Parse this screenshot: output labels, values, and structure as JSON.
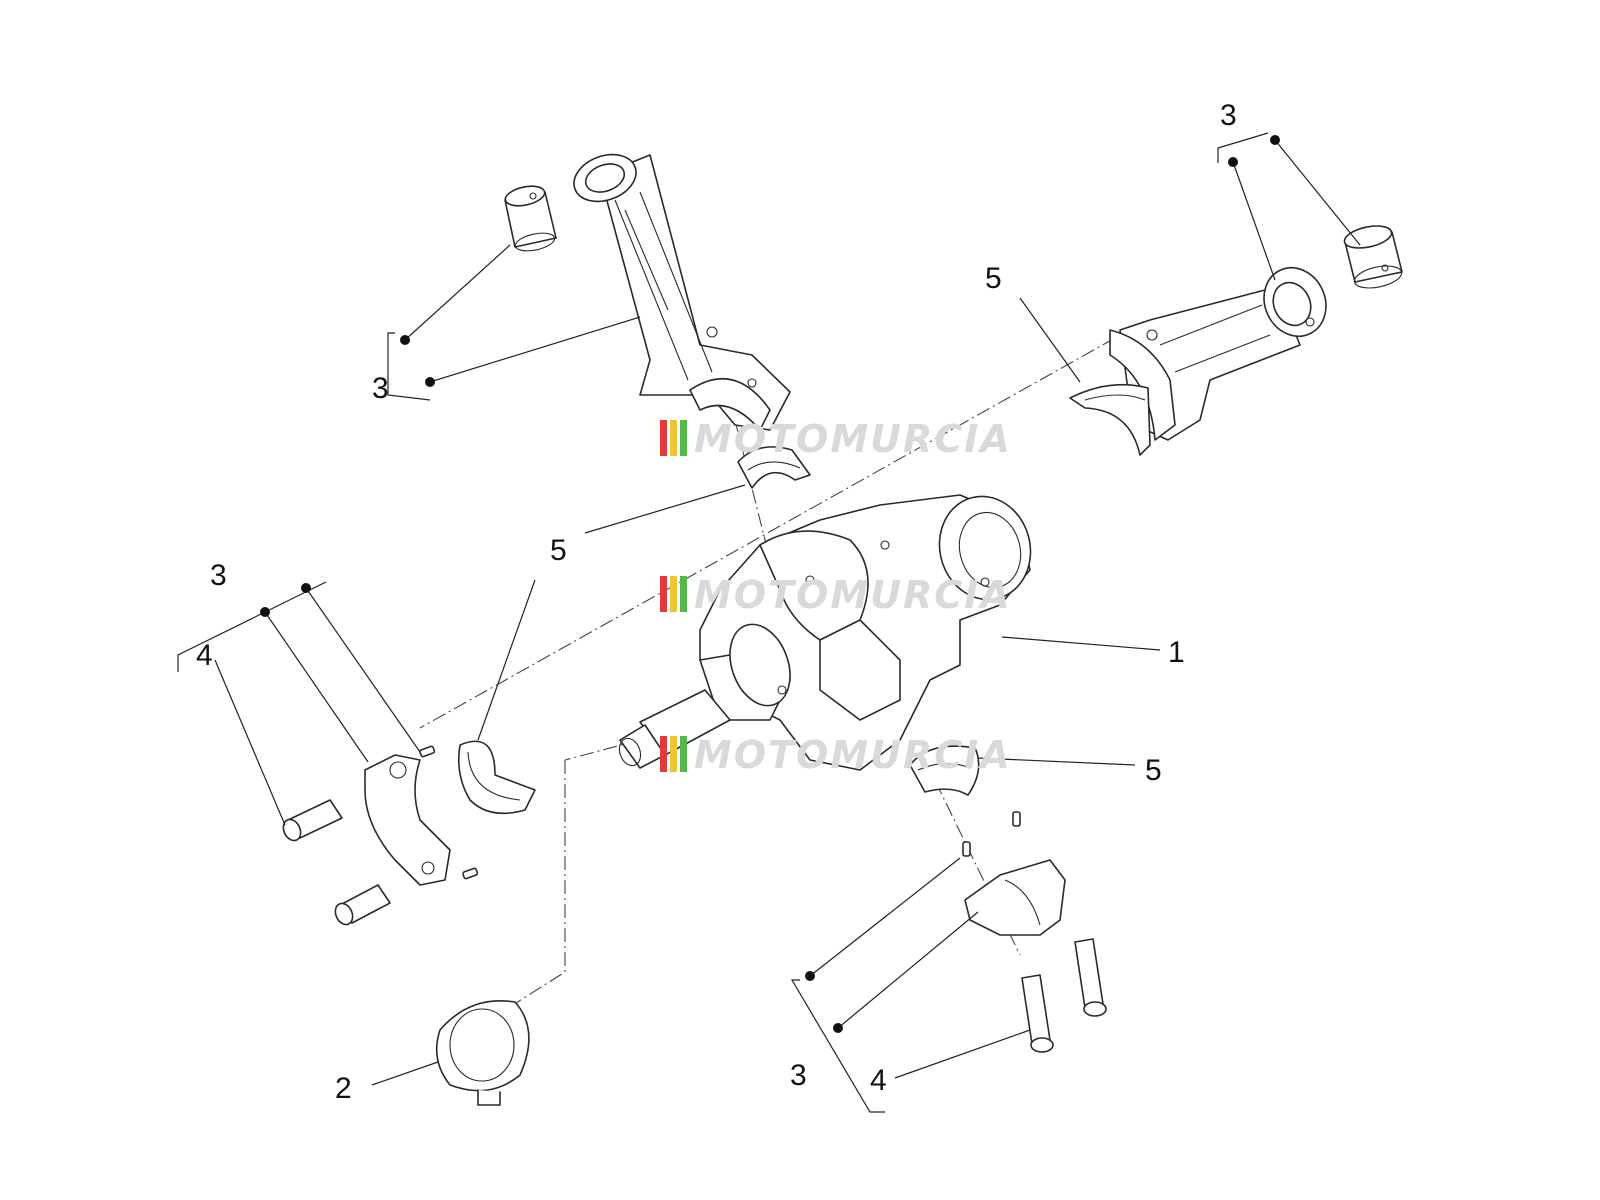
{
  "watermark": {
    "text": "MOTOMURCIA",
    "stripe_colors": [
      "#e23a3a",
      "#f0c43a",
      "#54b84a"
    ]
  },
  "callouts": {
    "crankshaft": "1",
    "thrust_washer": "2",
    "conrod_kit": "3",
    "conrod_bolt": "4",
    "bearing_shell": "5"
  },
  "icons": [
    "connecting-rod",
    "small-end-bushing",
    "big-end-bearing-shell",
    "crankshaft",
    "thrust-washer",
    "rod-cap",
    "rod-bolt",
    "dowel-pin"
  ]
}
